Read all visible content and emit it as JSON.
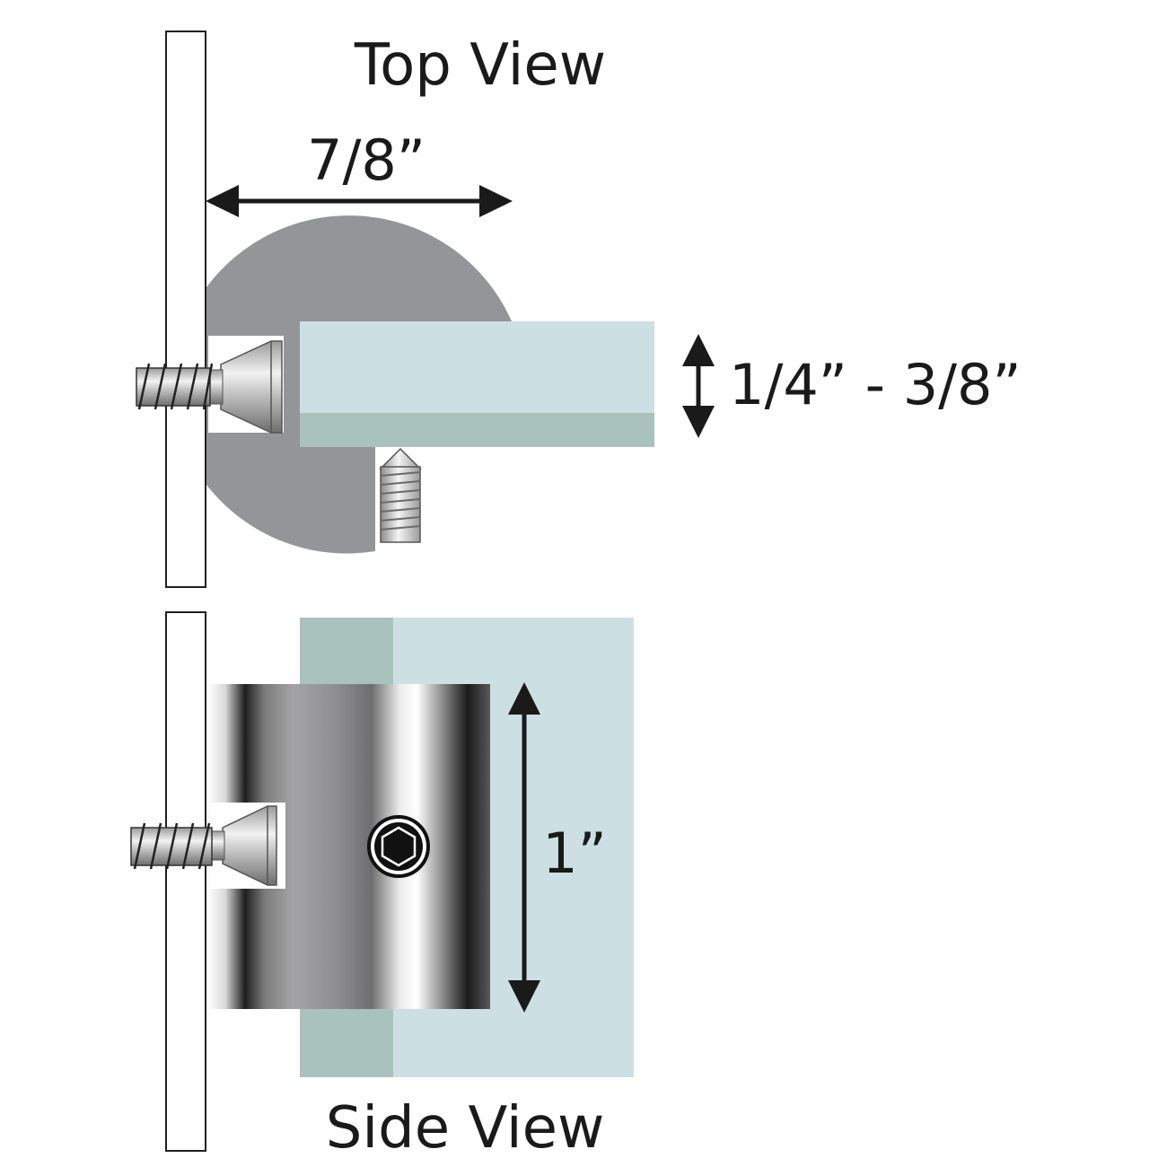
{
  "top_view": {
    "title": "Top View",
    "width_dimension": "7/8”",
    "thickness_dimension": "1/4” - 3/8”"
  },
  "side_view": {
    "title": "Side View",
    "height_dimension": "1”"
  },
  "colors": {
    "glass_face": "#cce0e4",
    "glass_edge": "#a9c2be",
    "standoff_gray": "#939598",
    "outline": "#231f20",
    "arrow": "#1a1a1a"
  },
  "icons": {
    "wall_screw": "wood-screw-icon",
    "set_screw": "set-screw-icon",
    "hex_socket": "hex-socket-icon"
  }
}
